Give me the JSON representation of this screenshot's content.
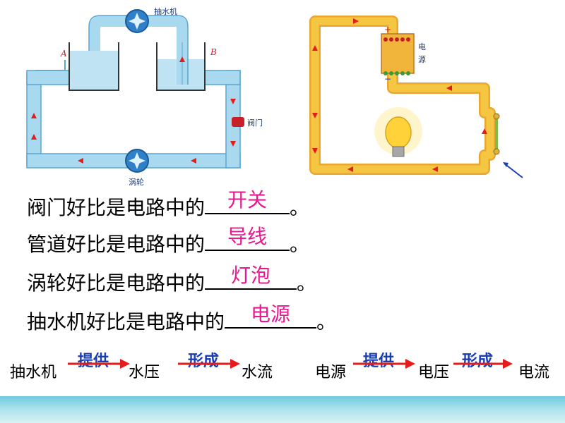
{
  "water_diagram": {
    "pump_label": "抽水机",
    "turbine_label": "涡轮",
    "valve_label": "阀门",
    "point_a": "A",
    "point_b": "B"
  },
  "circuit_diagram": {
    "source_label_1": "电",
    "source_label_2": "源",
    "plus": "+",
    "minus": "−"
  },
  "sentences": [
    {
      "prefix": "阀门好比是电路中的",
      "answer": "开关",
      "suffix": "。"
    },
    {
      "prefix": "管道好比是电路中的",
      "answer": "导线",
      "suffix": "。"
    },
    {
      "prefix": "涡轮好比是电路中的",
      "answer": "灯泡",
      "suffix": "。"
    },
    {
      "prefix": "抽水机好比是电路中的",
      "answer": "电源",
      "suffix": "。"
    }
  ],
  "water_chain": {
    "start": "抽水机",
    "verb1": "提供",
    "middle": "水压",
    "verb2": "形成",
    "end": "水流"
  },
  "electric_chain": {
    "start": "电源",
    "verb1": "提供",
    "middle": "电压",
    "verb2": "形成",
    "end": "电流"
  },
  "colors": {
    "answer": "#e8188f",
    "verb": "#1a3fb4",
    "arrow": "#e61b1b",
    "pipe": "#a9d9ef",
    "wire": "#f5c642",
    "band": "#6ec9de"
  }
}
